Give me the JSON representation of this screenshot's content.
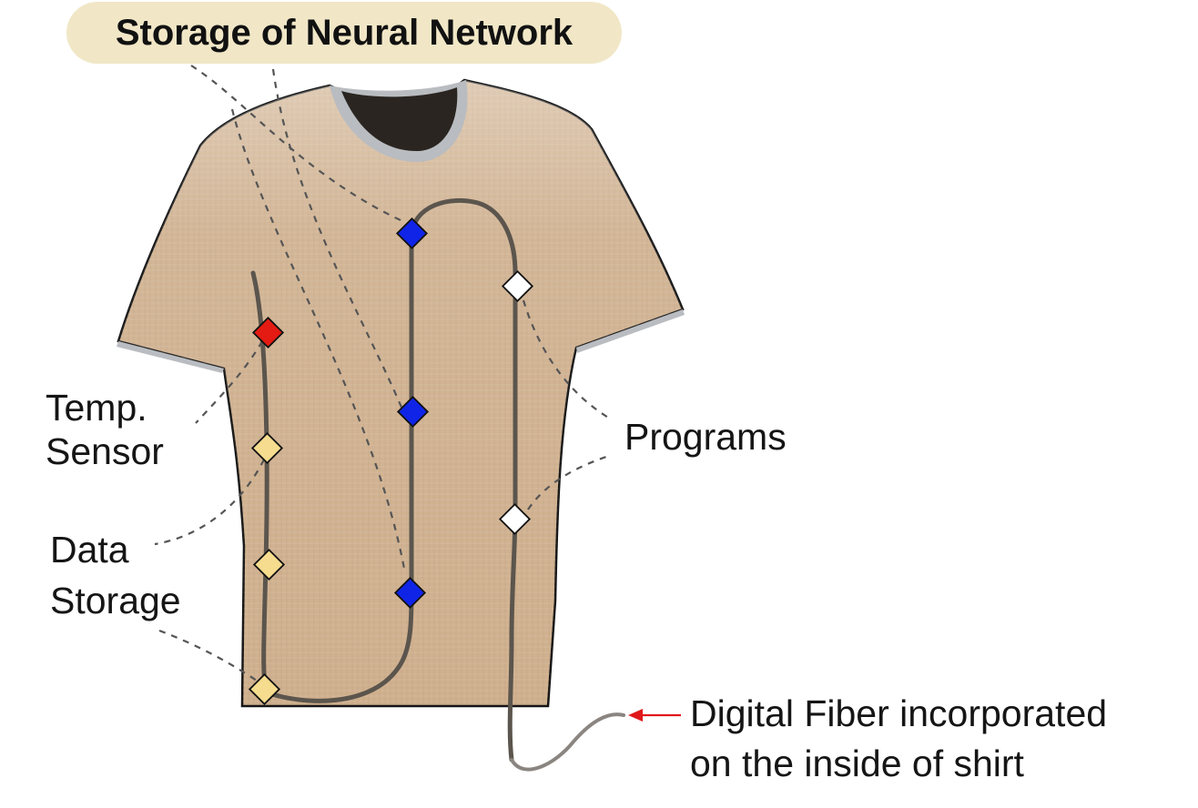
{
  "title": "Storage of Neural Network",
  "labels": {
    "temp_sensor": [
      "Temp.",
      "Sensor"
    ],
    "data_storage": [
      "Data",
      "Storage"
    ],
    "programs": "Programs",
    "digital_fiber": [
      "Digital Fiber incorporated",
      "on the inside of shirt"
    ]
  },
  "colors": {
    "shirt": "#cfb08e",
    "collar": "#b9bcc0",
    "fiber": "#5b554d",
    "neural_network_node": "#1024e8",
    "temp_sensor_node": "#e41b12",
    "data_storage_node": "#f5dc8e",
    "program_node": "#ffffff",
    "arrow": "#e0181b",
    "title_background": "#f1e7c7"
  }
}
